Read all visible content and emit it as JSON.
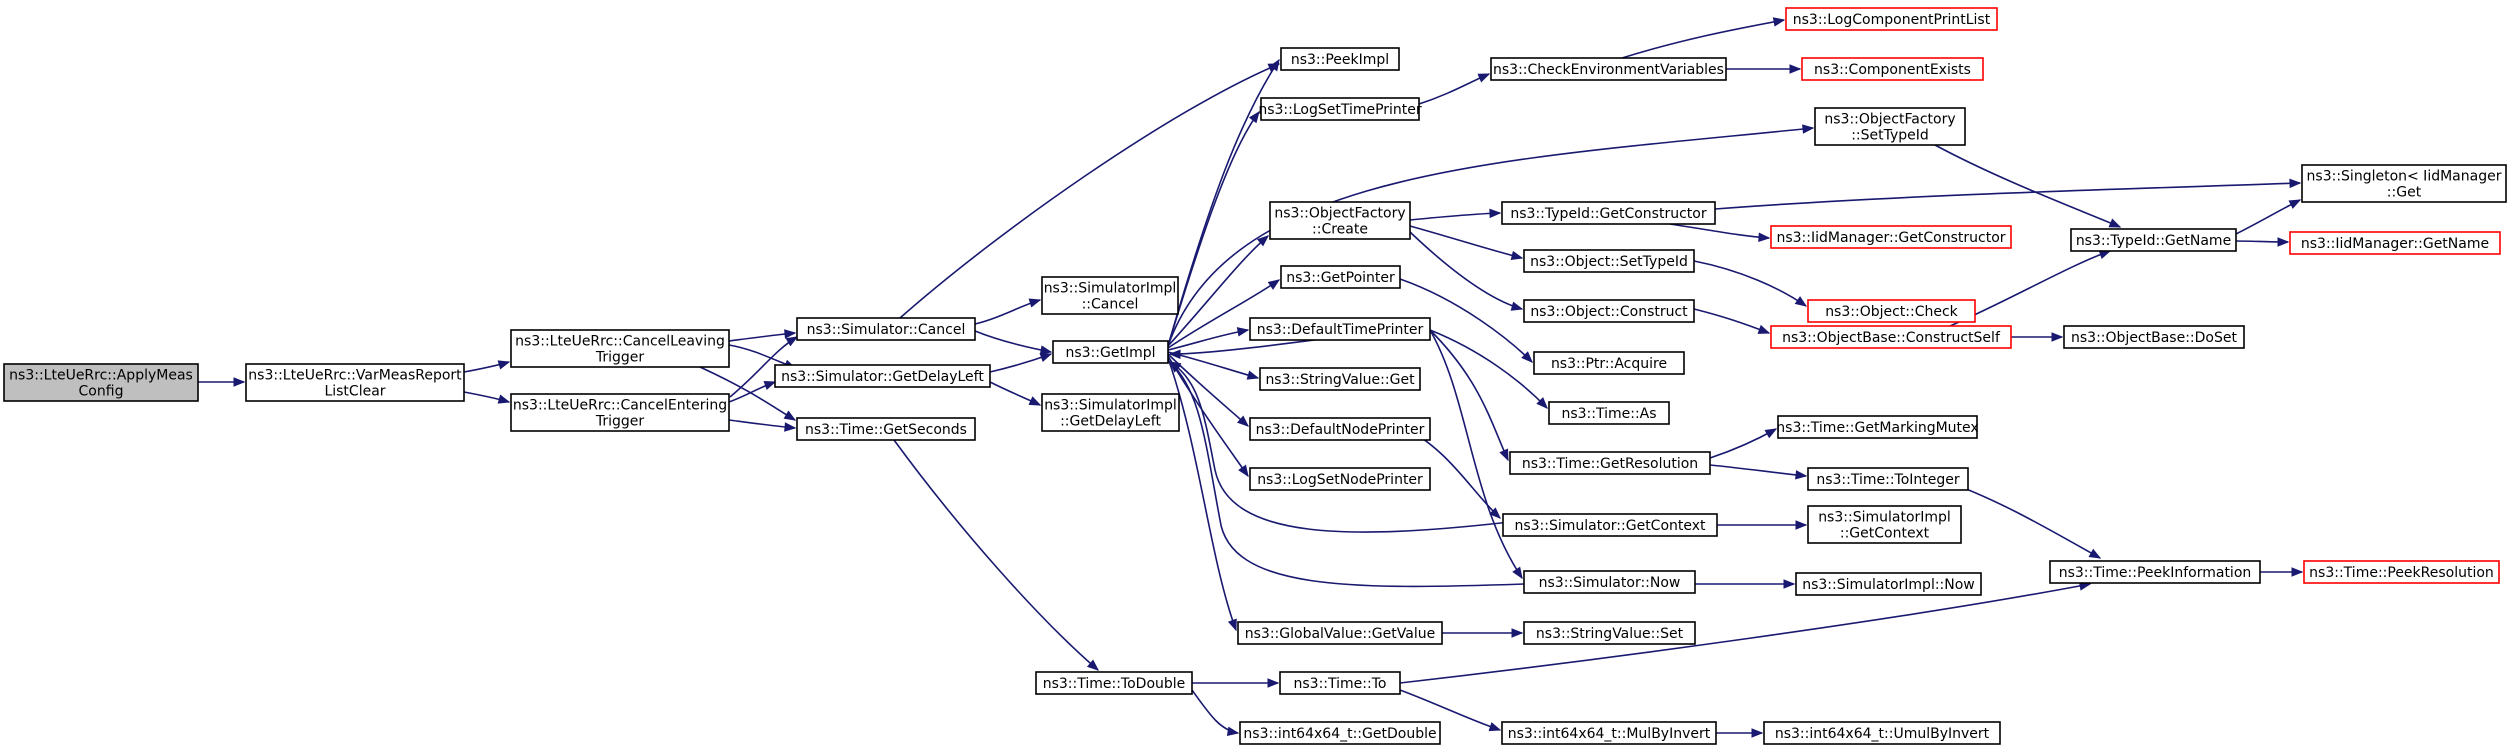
{
  "diagram": {
    "type": "call-graph",
    "colors": {
      "edge": "#191970",
      "root_fill": "#bfbfbf",
      "truncated_border": "#ff0000",
      "node_border": "#000000"
    },
    "nodes": [
      {
        "id": "applymeas",
        "lines": [
          "ns3::LteUeRrc::ApplyMeas",
          "Config"
        ],
        "root": true
      },
      {
        "id": "varmeas",
        "lines": [
          "ns3::LteUeRrc::VarMeasReport",
          "ListClear"
        ]
      },
      {
        "id": "cancelleaving",
        "lines": [
          "ns3::LteUeRrc::CancelLeaving",
          "Trigger"
        ]
      },
      {
        "id": "cancelentering",
        "lines": [
          "ns3::LteUeRrc::CancelEntering",
          "Trigger"
        ]
      },
      {
        "id": "simcancel",
        "lines": [
          "ns3::Simulator::Cancel"
        ]
      },
      {
        "id": "simdelayleft",
        "lines": [
          "ns3::Simulator::GetDelayLeft"
        ]
      },
      {
        "id": "timegetseconds",
        "lines": [
          "ns3::Time::GetSeconds"
        ]
      },
      {
        "id": "simimplcancel",
        "lines": [
          "ns3::SimulatorImpl",
          "::Cancel"
        ]
      },
      {
        "id": "getimpl",
        "lines": [
          "ns3::GetImpl"
        ]
      },
      {
        "id": "simimpldelay",
        "lines": [
          "ns3::SimulatorImpl",
          "::GetDelayLeft"
        ]
      },
      {
        "id": "timetodouble",
        "lines": [
          "ns3::Time::ToDouble"
        ]
      },
      {
        "id": "peekimpl",
        "lines": [
          "ns3::PeekImpl"
        ]
      },
      {
        "id": "logsettime",
        "lines": [
          "ns3::LogSetTimePrinter"
        ]
      },
      {
        "id": "objfactcreate",
        "lines": [
          "ns3::ObjectFactory",
          "::Create"
        ]
      },
      {
        "id": "getpointer",
        "lines": [
          "ns3::GetPointer"
        ]
      },
      {
        "id": "deftimeprinter",
        "lines": [
          "ns3::DefaultTimePrinter"
        ]
      },
      {
        "id": "stringvalueget",
        "lines": [
          "ns3::StringValue::Get"
        ]
      },
      {
        "id": "defnodeprinter",
        "lines": [
          "ns3::DefaultNodePrinter"
        ]
      },
      {
        "id": "logsetnode",
        "lines": [
          "ns3::LogSetNodePrinter"
        ]
      },
      {
        "id": "globalvalue",
        "lines": [
          "ns3::GlobalValue::GetValue"
        ]
      },
      {
        "id": "timeto",
        "lines": [
          "ns3::Time::To"
        ]
      },
      {
        "id": "int64getdouble",
        "lines": [
          "ns3::int64x64_t::GetDouble"
        ]
      },
      {
        "id": "checkenv",
        "lines": [
          "ns3::CheckEnvironmentVariables"
        ]
      },
      {
        "id": "typeidgetctor",
        "lines": [
          "ns3::TypeId::GetConstructor"
        ]
      },
      {
        "id": "objsettypeid",
        "lines": [
          "ns3::Object::SetTypeId"
        ]
      },
      {
        "id": "objconstruct",
        "lines": [
          "ns3::Object::Construct"
        ]
      },
      {
        "id": "ptracquire",
        "lines": [
          "ns3::Ptr::Acquire"
        ]
      },
      {
        "id": "timeas",
        "lines": [
          "ns3::Time::As"
        ]
      },
      {
        "id": "timegetres",
        "lines": [
          "ns3::Time::GetResolution"
        ]
      },
      {
        "id": "simgetcontext",
        "lines": [
          "ns3::Simulator::GetContext"
        ]
      },
      {
        "id": "simnow",
        "lines": [
          "ns3::Simulator::Now"
        ]
      },
      {
        "id": "stringvalueset",
        "lines": [
          "ns3::StringValue::Set"
        ]
      },
      {
        "id": "mulbyinvert",
        "lines": [
          "ns3::int64x64_t::MulByInvert"
        ]
      },
      {
        "id": "logcompprint",
        "lines": [
          "ns3::LogComponentPrintList"
        ],
        "truncated": true
      },
      {
        "id": "compexists",
        "lines": [
          "ns3::ComponentExists"
        ],
        "truncated": true
      },
      {
        "id": "objfactsettypeid",
        "lines": [
          "ns3::ObjectFactory",
          "::SetTypeId"
        ]
      },
      {
        "id": "iidgetctor",
        "lines": [
          "ns3::IidManager::GetConstructor"
        ],
        "truncated": true
      },
      {
        "id": "objcheck",
        "lines": [
          "ns3::Object::Check"
        ],
        "truncated": true
      },
      {
        "id": "objbaseconstructself",
        "lines": [
          "ns3::ObjectBase::ConstructSelf"
        ],
        "truncated": true
      },
      {
        "id": "getmarkingmutex",
        "lines": [
          "ns3::Time::GetMarkingMutex"
        ]
      },
      {
        "id": "timetointeger",
        "lines": [
          "ns3::Time::ToInteger"
        ]
      },
      {
        "id": "simimplgetcontext",
        "lines": [
          "ns3::SimulatorImpl",
          "::GetContext"
        ]
      },
      {
        "id": "simimplnow",
        "lines": [
          "ns3::SimulatorImpl::Now"
        ]
      },
      {
        "id": "umulbyinvert",
        "lines": [
          "ns3::int64x64_t::UmulByInvert"
        ]
      },
      {
        "id": "typeidgetname",
        "lines": [
          "ns3::TypeId::GetName"
        ]
      },
      {
        "id": "objbasedoset",
        "lines": [
          "ns3::ObjectBase::DoSet"
        ]
      },
      {
        "id": "timepeekinfo",
        "lines": [
          "ns3::Time::PeekInformation"
        ]
      },
      {
        "id": "singleton",
        "lines": [
          "ns3::Singleton< IidManager",
          "::Get"
        ]
      },
      {
        "id": "iidgetname",
        "lines": [
          "ns3::IidManager::GetName"
        ],
        "truncated": true
      },
      {
        "id": "timepeekres",
        "lines": [
          "ns3::Time::PeekResolution"
        ],
        "truncated": true
      }
    ]
  }
}
